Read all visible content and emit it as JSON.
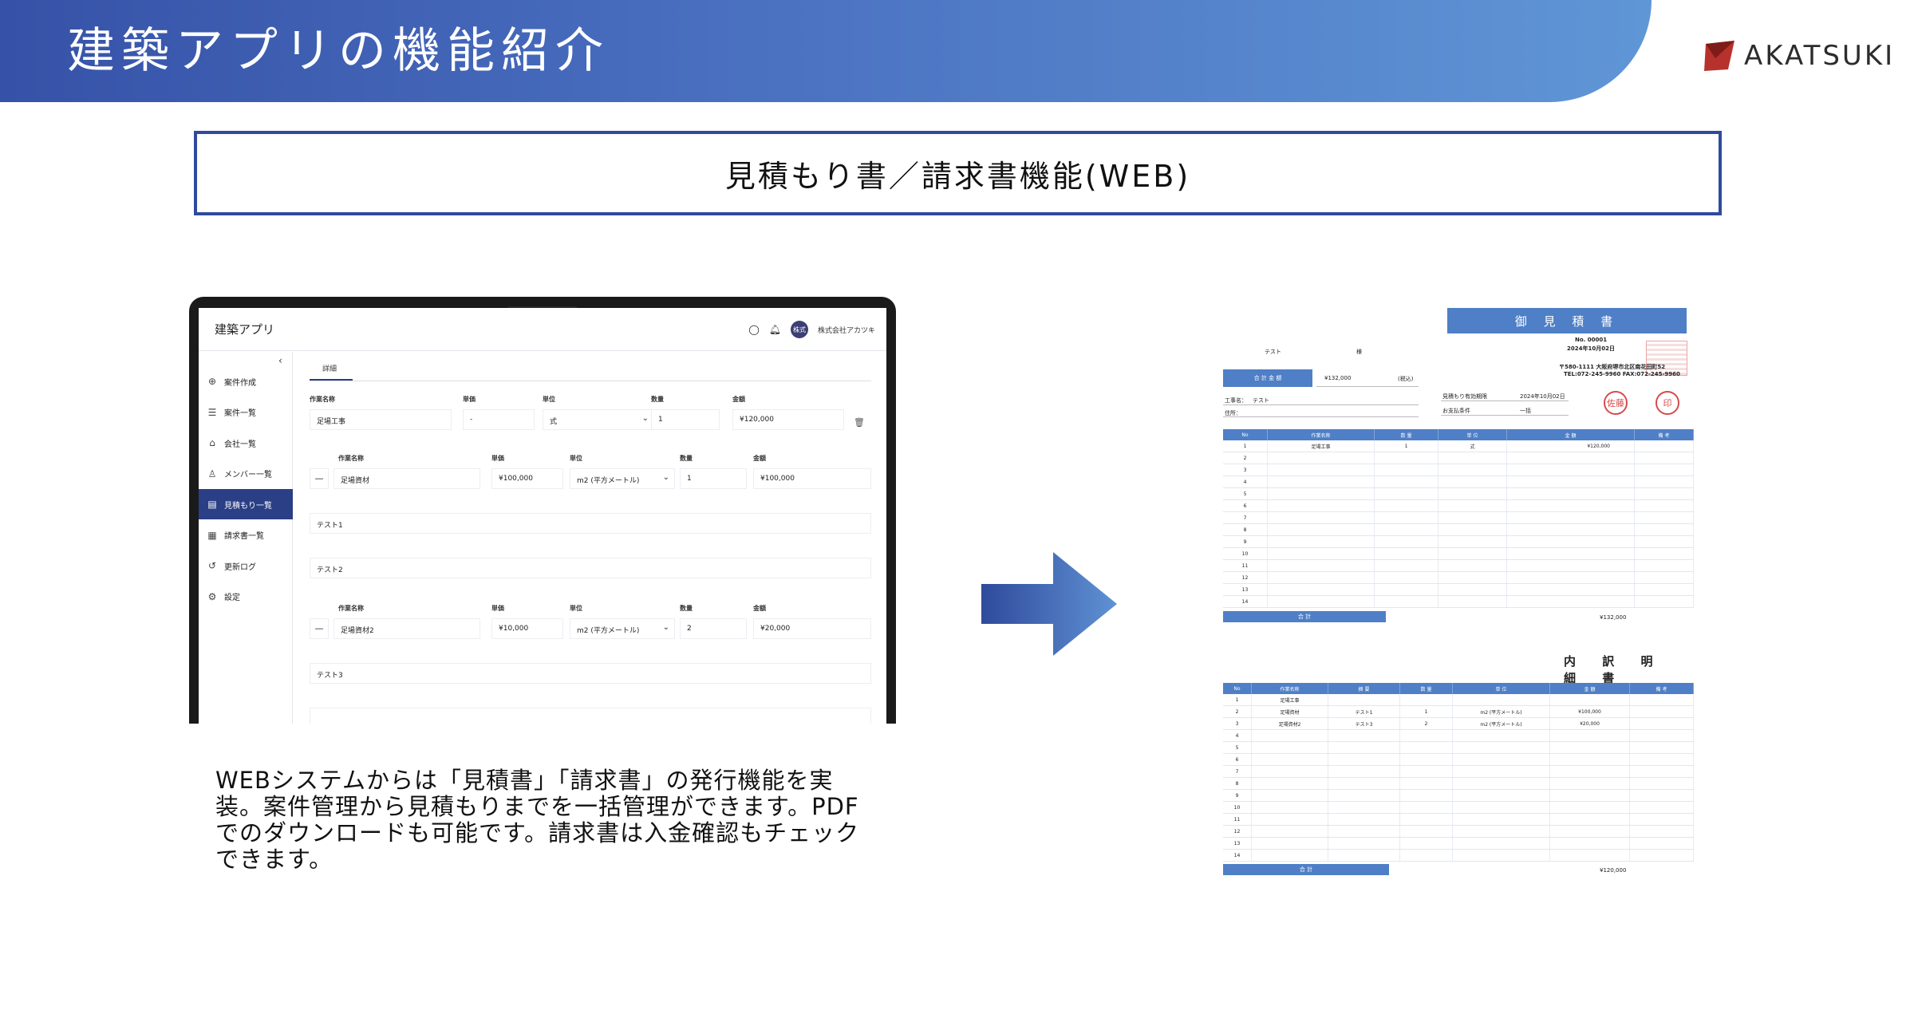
{
  "slide": {
    "title": "建築アプリの機能紹介",
    "logo_text": "AKATSUKI",
    "subtitle": "見積もり書／請求書機能(WEB)",
    "description": "WEBシステムからは「見積書」「請求書」の発行機能を実装。案件管理から見積もりまでを一括管理ができます。PDFでのダウンロードも可能です。請求書は入金確認もチェックできます。"
  },
  "app": {
    "name": "建築アプリ",
    "company": "株式会社アカツキ",
    "avatar": "株式",
    "sidebar": [
      {
        "label": "案件作成",
        "icon": "plus-circle-icon",
        "glyph": "⊕",
        "active": false
      },
      {
        "label": "案件一覧",
        "icon": "list-icon",
        "glyph": "☰",
        "active": false
      },
      {
        "label": "会社一覧",
        "icon": "home-icon",
        "glyph": "⌂",
        "active": false
      },
      {
        "label": "メンバー一覧",
        "icon": "user-icon",
        "glyph": "♙",
        "active": false
      },
      {
        "label": "見積もり一覧",
        "icon": "document-stack-icon",
        "glyph": "▤",
        "active": true
      },
      {
        "label": "請求書一覧",
        "icon": "invoice-icon",
        "glyph": "▦",
        "active": false
      },
      {
        "label": "更新ログ",
        "icon": "history-icon",
        "glyph": "↺",
        "active": false
      },
      {
        "label": "設定",
        "icon": "gear-icon",
        "glyph": "⚙",
        "active": false
      }
    ],
    "tab": "詳細",
    "labels": {
      "name": "作業名称",
      "unit_price": "単価",
      "unit": "単位",
      "qty": "数量",
      "amount": "金額"
    },
    "main_row": {
      "name": "足場工事",
      "unit_price": "-",
      "unit": "式",
      "qty": "1",
      "amount": "¥120,000"
    },
    "sub_rows": [
      {
        "name": "足場資材",
        "unit_price": "¥100,000",
        "unit": "m2 (平方メートル)",
        "qty": "1",
        "amount": "¥100,000",
        "note": "テスト1"
      },
      {
        "name": "足場資材2",
        "unit_price": "¥10,000",
        "unit": "m2 (平方メートル)",
        "qty": "2",
        "amount": "¥20,000",
        "note": "テスト3"
      }
    ],
    "note_between": "テスト2",
    "minus": "—"
  },
  "estimate": {
    "title": "御 見 積 書",
    "client": "テスト",
    "honorific": "様",
    "no": "No. 00001",
    "date": "2024年10月02日",
    "address": "〒580-1111 大阪府堺市北区南花田町52",
    "tel": "TEL:072-245-9960 FAX:072-245-9960",
    "total_label": "合 計 金 額",
    "total_value": "¥132,000",
    "tax_note": "(税込)",
    "work_label": "工事名：",
    "work_value": "テスト",
    "addr_label": "住所：",
    "valid_label": "見積もり有効期限",
    "valid_value": "2024年10月02日",
    "pay_label": "お支払条件",
    "pay_value": "一括",
    "seal_left": "佐藤",
    "seal_right": "印",
    "headers": [
      "No",
      "作業名称",
      "数 量",
      "単 位",
      "金 額",
      "備 考"
    ],
    "rows": [
      {
        "no": "1",
        "name": "足場工事",
        "qty": "1",
        "unit": "式",
        "amount": "¥120,000",
        "note": ""
      },
      {
        "no": "2",
        "name": "",
        "qty": "",
        "unit": "",
        "amount": "",
        "note": ""
      },
      {
        "no": "3",
        "name": "",
        "qty": "",
        "unit": "",
        "amount": "",
        "note": ""
      },
      {
        "no": "4",
        "name": "",
        "qty": "",
        "unit": "",
        "amount": "",
        "note": ""
      },
      {
        "no": "5",
        "name": "",
        "qty": "",
        "unit": "",
        "amount": "",
        "note": ""
      },
      {
        "no": "6",
        "name": "",
        "qty": "",
        "unit": "",
        "amount": "",
        "note": ""
      },
      {
        "no": "7",
        "name": "",
        "qty": "",
        "unit": "",
        "amount": "",
        "note": ""
      },
      {
        "no": "8",
        "name": "",
        "qty": "",
        "unit": "",
        "amount": "",
        "note": ""
      },
      {
        "no": "9",
        "name": "",
        "qty": "",
        "unit": "",
        "amount": "",
        "note": ""
      },
      {
        "no": "10",
        "name": "",
        "qty": "",
        "unit": "",
        "amount": "",
        "note": ""
      },
      {
        "no": "11",
        "name": "",
        "qty": "",
        "unit": "",
        "amount": "",
        "note": ""
      },
      {
        "no": "12",
        "name": "",
        "qty": "",
        "unit": "",
        "amount": "",
        "note": ""
      },
      {
        "no": "13",
        "name": "",
        "qty": "",
        "unit": "",
        "amount": "",
        "note": ""
      },
      {
        "no": "14",
        "name": "",
        "qty": "",
        "unit": "",
        "amount": "",
        "note": ""
      }
    ],
    "sum_label": "合 計",
    "sum_value": "¥132,000"
  },
  "breakdown": {
    "title": "内 訳 明 細 書",
    "headers": [
      "No",
      "作業名称",
      "摘 要",
      "数 量",
      "単 位",
      "金 額",
      "備 考"
    ],
    "rows": [
      {
        "no": "1",
        "name": "足場工事",
        "desc": "",
        "qty": "",
        "unit": "",
        "amount": "",
        "note": ""
      },
      {
        "no": "2",
        "name": "足場資材",
        "desc": "テスト1",
        "qty": "1",
        "unit": "m2 (平方メートル)",
        "amount": "¥100,000",
        "note": ""
      },
      {
        "no": "3",
        "name": "足場資材2",
        "desc": "テスト3",
        "qty": "2",
        "unit": "m2 (平方メートル)",
        "amount": "¥20,000",
        "note": ""
      },
      {
        "no": "4",
        "name": "",
        "desc": "",
        "qty": "",
        "unit": "",
        "amount": "",
        "note": ""
      },
      {
        "no": "5",
        "name": "",
        "desc": "",
        "qty": "",
        "unit": "",
        "amount": "",
        "note": ""
      },
      {
        "no": "6",
        "name": "",
        "desc": "",
        "qty": "",
        "unit": "",
        "amount": "",
        "note": ""
      },
      {
        "no": "7",
        "name": "",
        "desc": "",
        "qty": "",
        "unit": "",
        "amount": "",
        "note": ""
      },
      {
        "no": "8",
        "name": "",
        "desc": "",
        "qty": "",
        "unit": "",
        "amount": "",
        "note": ""
      },
      {
        "no": "9",
        "name": "",
        "desc": "",
        "qty": "",
        "unit": "",
        "amount": "",
        "note": ""
      },
      {
        "no": "10",
        "name": "",
        "desc": "",
        "qty": "",
        "unit": "",
        "amount": "",
        "note": ""
      },
      {
        "no": "11",
        "name": "",
        "desc": "",
        "qty": "",
        "unit": "",
        "amount": "",
        "note": ""
      },
      {
        "no": "12",
        "name": "",
        "desc": "",
        "qty": "",
        "unit": "",
        "amount": "",
        "note": ""
      },
      {
        "no": "13",
        "name": "",
        "desc": "",
        "qty": "",
        "unit": "",
        "amount": "",
        "note": ""
      },
      {
        "no": "14",
        "name": "",
        "desc": "",
        "qty": "",
        "unit": "",
        "amount": "",
        "note": ""
      }
    ],
    "sum_label": "合 計",
    "sum_value": "¥120,000"
  },
  "colors": {
    "brand_blue": "#2f4a9c",
    "doc_blue": "#4f7fc6",
    "nav_active": "#2b3f86"
  }
}
